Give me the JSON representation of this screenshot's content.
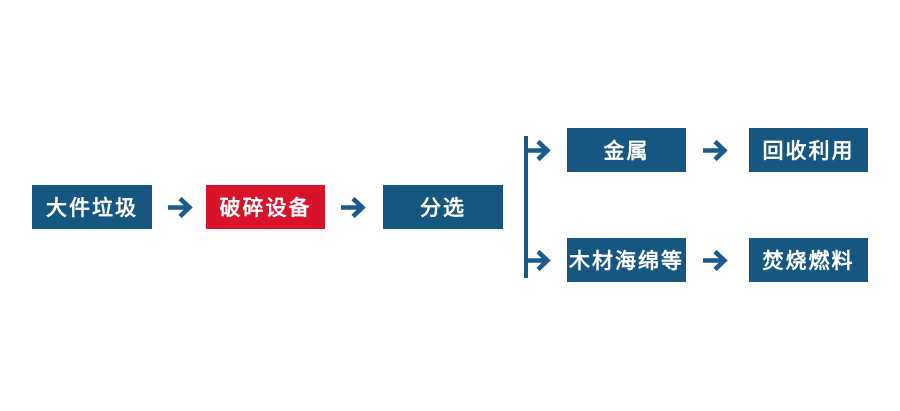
{
  "colors": {
    "node_blue": "#155780",
    "node_red": "#d8142b",
    "arrow_blue": "#1a5a8c",
    "node_text": "#ffffff",
    "background": "#ffffff"
  },
  "flow": {
    "nodes": [
      {
        "id": "bulky-waste",
        "label": "大件垃圾",
        "color": "blue"
      },
      {
        "id": "crushing-equipment",
        "label": "破碎设备",
        "color": "red"
      },
      {
        "id": "sorting",
        "label": "分选",
        "color": "blue"
      },
      {
        "id": "metal",
        "label": "金属",
        "color": "blue"
      },
      {
        "id": "recycling",
        "label": "回收利用",
        "color": "blue"
      },
      {
        "id": "wood-sponge-etc",
        "label": "木材海绵等",
        "color": "blue"
      },
      {
        "id": "incineration-fuel",
        "label": "焚烧燃料",
        "color": "blue"
      }
    ],
    "edges": [
      {
        "from": "bulky-waste",
        "to": "crushing-equipment"
      },
      {
        "from": "crushing-equipment",
        "to": "sorting"
      },
      {
        "from": "sorting",
        "to": "metal"
      },
      {
        "from": "sorting",
        "to": "wood-sponge-etc"
      },
      {
        "from": "metal",
        "to": "recycling"
      },
      {
        "from": "wood-sponge-etc",
        "to": "incineration-fuel"
      }
    ]
  }
}
